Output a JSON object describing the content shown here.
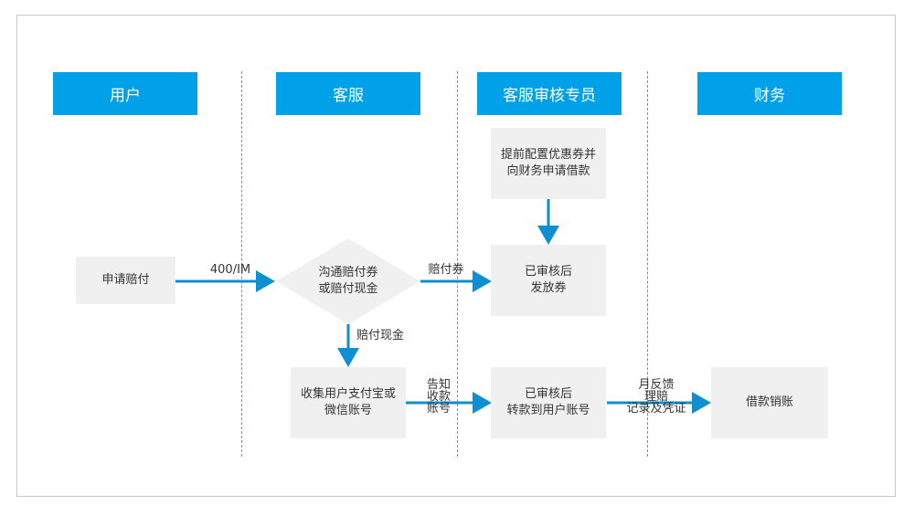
{
  "lanes": {
    "user": "用户",
    "service": "客服",
    "reviewer": "客服审核专员",
    "finance": "财务"
  },
  "nodes": {
    "apply": "申请赔付",
    "negotiate_l1": "沟通赔付券",
    "negotiate_l2": "或赔付现金",
    "preconfig_l1": "提前配置优惠券并",
    "preconfig_l2": "向财务申请借款",
    "issue_l1": "已审核后",
    "issue_l2": "发放券",
    "collect_l1": "收集用户支付宝或",
    "collect_l2": "微信账号",
    "transfer_l1": "已审核后",
    "transfer_l2": "转款到用户账号",
    "writeoff": "借款销账"
  },
  "edges": {
    "channel": "400/IM",
    "coupon": "赔付券",
    "cash": "赔付现金",
    "notify_l1": "告知",
    "notify_l2": "收款",
    "notify_l3": "账号",
    "monthly_l1": "月反馈",
    "monthly_l2": "理赔",
    "monthly_l3": "记录及凭证"
  },
  "colors": {
    "accent": "#00a1e9",
    "box": "#f0f0f0",
    "arrow": "#0d8fd1"
  }
}
